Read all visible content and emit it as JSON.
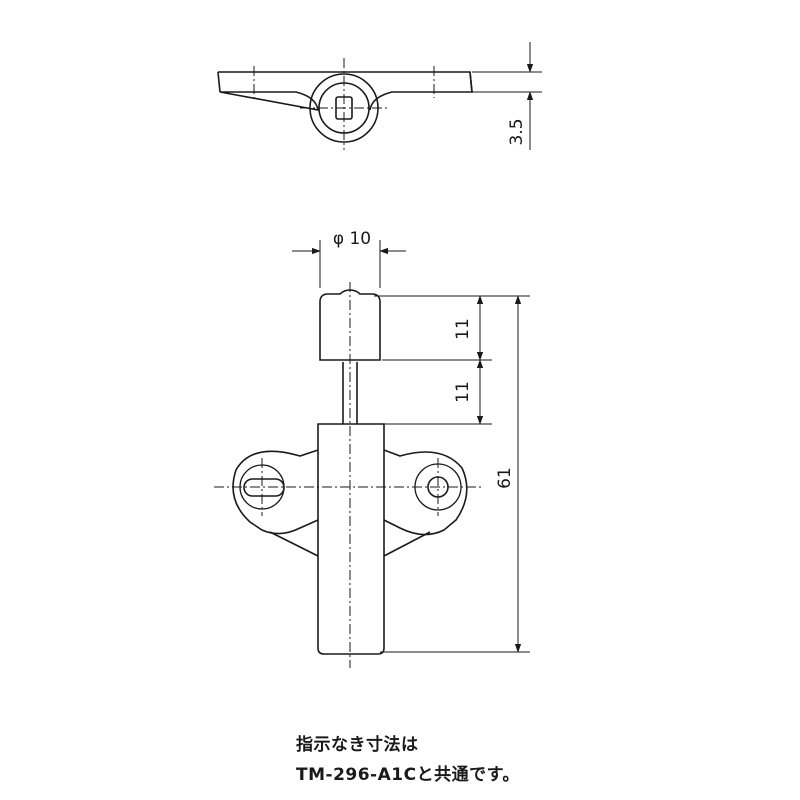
{
  "dimensions": {
    "top_thickness": "3.5",
    "diameter": "φ 10",
    "segment_upper": "11",
    "segment_lower": "11",
    "total_length": "61"
  },
  "note": {
    "line1": "指示なき寸法は",
    "line2": "TM-296-A1Cと共通です。"
  }
}
